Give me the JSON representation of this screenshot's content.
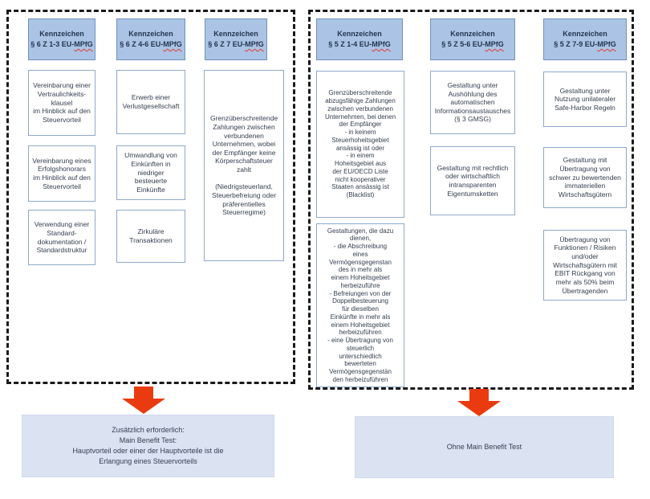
{
  "colors": {
    "header_fill": "#abc4e5",
    "header_border": "#7191bd",
    "box_border": "#8fa9cc",
    "box_fill": "#ffffff",
    "footer_fill": "#dbe2f2",
    "arrow_red": "#ea3b10",
    "dashed_border": "#1a1a1a",
    "text": "#333f4f",
    "misspell_underline": "#e03a2f"
  },
  "groups": [
    {
      "id": "left",
      "columns": [
        {
          "header": {
            "title": "Kennzeichen",
            "ref_prefix": "§ 6 Z 1-3 EU-",
            "ref_flagged": "MPfG"
          },
          "boxes": [
            {
              "text": "Vereinbarung einer\nVertraulichkeits-\nklausel\nim Hinblick auf den\nSteuervorteil"
            },
            {
              "text": "Vereinbarung eines\nErfolgshonorars\nim Hinblick auf den\nSteuervorteil"
            },
            {
              "text": "Verwendung einer\nStandard-\ndokumentation /\nStandardstruktur"
            }
          ]
        },
        {
          "header": {
            "title": "Kennzeichen",
            "ref_prefix": "§ 6 Z 4-6 EU-",
            "ref_flagged": "MPfG"
          },
          "boxes": [
            {
              "text": "Erwerb einer\nVerlustgesellschaft"
            },
            {
              "text": "Umwandlung von\nEinkünften in\nniedriger\nbesteuerte\nEinkünfte"
            },
            {
              "text": "Zirkuläre\nTransaktionen"
            }
          ]
        },
        {
          "header": {
            "title": "Kennzeichen",
            "ref_prefix": "§ 6 Z 7 EU-",
            "ref_flagged": "MPfG"
          },
          "boxes": [
            {
              "text": "Grenzüberschreitende\nZahlungen zwischen\nverbundenen\nUnternehmen, wobei\nder Empfänger keine\nKörperschaftsteuer\nzahlt\n\n(Niedrigsteuerland,\nSteuerbefreiung oder\npräferentielles\nSteuerregime)"
            }
          ]
        }
      ],
      "footer": {
        "text": "Zusätzlich erforderlich:\nMain Benefit Test:\nHauptvorteil oder einer der Hauptvorteile ist die\nErlangung eines Steuervorteils"
      }
    },
    {
      "id": "right",
      "columns": [
        {
          "header": {
            "title": "Kennzeichen",
            "ref_prefix": "§ 5 Z 1-4 EU-",
            "ref_flagged": "MPfG"
          },
          "boxes": [
            {
              "text": "Grenzüberschreitende\nabzugsfähige Zahlungen\nzwischen verbundenen\nUnternehmen, bei denen\nder Empfänger\n- in keinem\nSteuerhoheitsgebiet\nansässig ist oder\n- in einem\nHoheitsgebiet aus\nder EU/OECD Liste\nnicht kooperativer\nStaaten ansässig ist\n(Blacklist)"
            },
            {
              "text": "Gestaltungen, die dazu\ndienen,\n- die Abschreibung\neines\nVermögensgegenstan\ndes in mehr als\neinem Hoheitsgebiet\nherbeizuführe\n- Befreiungen von der\nDoppelbesteuerung\nfür dieselben\nEinkünfte in mehr als\neinem Hoheitsgebiet\nherbeizuführen\n- eine Übertragung von\nsteuerlich\nunterschiedlich\nbewerteten\nVermögensgegenstän\nden herbeizuführen"
            }
          ]
        },
        {
          "header": {
            "title": "Kennzeichen",
            "ref_prefix": "§ 5 Z 5-6 EU-",
            "ref_flagged": "MPfG"
          },
          "boxes": [
            {
              "text": "Gestaltung unter\nAushöhlung des\nautomatischen\nInformationsaustausches\n(§ 3 GMSG)"
            },
            {
              "text": "Gestaltung mit rechtlich\noder wirtschaftlich\nintransparenten\nEigentumsketten"
            }
          ]
        },
        {
          "header": {
            "title": "Kennzeichen",
            "ref_prefix": "§ 5 Z 7-9 EU-",
            "ref_flagged": "MPfG"
          },
          "boxes": [
            {
              "text": "Gestaltung unter\nNutzung unilateraler\nSafe-Harbor Regeln"
            },
            {
              "text": "Gestaltung mit\nÜbertragung von\nschwer zu bewertenden\nimmateriellen\nWirtschaftsgütern"
            },
            {
              "text": "Übertragung von\nFunktionen / Risiken\nund/oder\nWirtschaftsgütern mit\nEBIT Rückgang von\nmehr als 50% beim\nÜbertragenden"
            }
          ]
        }
      ],
      "footer": {
        "text": "Ohne Main Benefit Test"
      }
    }
  ]
}
